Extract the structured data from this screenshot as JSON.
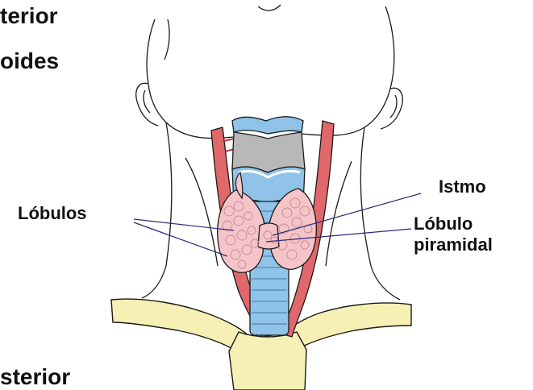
{
  "headings": {
    "top_line1": "terior",
    "top_line2": "oides",
    "bottom_line": "sterior"
  },
  "labels": {
    "lobulos": "Lóbulos",
    "istmo": "Istmo",
    "lobulo_piramidal_line1": "Lóbulo",
    "lobulo_piramidal_line2": "piramidal"
  },
  "colors": {
    "outline": "#1a1a1a",
    "artery": "#e0686a",
    "trachea_blue": "#8fc3e8",
    "cartilage_gray": "#b8b8b8",
    "thyroid_pink": "#f4c4c8",
    "clavicle": "#f7f0b4",
    "pointer_line": "#2a2a7a"
  }
}
